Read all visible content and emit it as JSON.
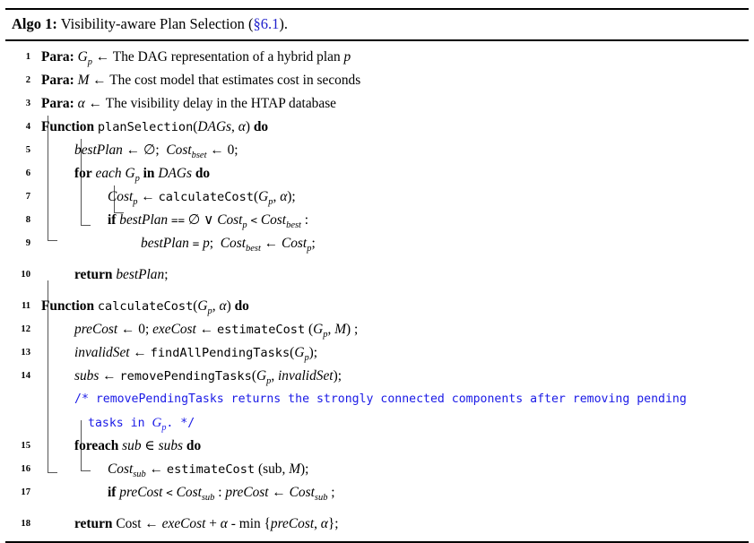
{
  "caption": {
    "label": "Algo 1:",
    "title": "Visibility-aware Plan Selection (",
    "section_ref": "§6.1",
    "title_end": ").",
    "link_color": "#2222cc"
  },
  "comment_color": "#1a1ae6",
  "lines": [
    {
      "no": "1",
      "indent": 0,
      "text": "Para: G_p ← The DAG representation of a hybrid plan p",
      "parts": {
        "kw": "Para:",
        "symbol": "G",
        "symbol_sub": "p",
        "arrow": "←",
        "desc": "The DAG representation of a hybrid plan",
        "tail_var": "p"
      }
    },
    {
      "no": "2",
      "indent": 0,
      "text": "Para: M ← The cost model that estimates cost in seconds",
      "parts": {
        "kw": "Para:",
        "symbol": "M",
        "arrow": "←",
        "desc": "The cost model that estimates cost in seconds"
      }
    },
    {
      "no": "3",
      "indent": 0,
      "text": "Para: α ← The visibility delay in the HTAP database",
      "parts": {
        "kw": "Para:",
        "symbol": "α",
        "arrow": "←",
        "desc": "The visibility delay in the HTAP database"
      }
    },
    {
      "no": "4",
      "indent": 0,
      "text": "Function planSelection(DAGs, α) do",
      "parts": {
        "kw": "Function",
        "fn": "planSelection",
        "args": "DAGs, α",
        "kw_end": "do"
      }
    },
    {
      "no": "5",
      "indent": 1,
      "text": "bestPlan ← ∅;  Cost_bset ← 0;"
    },
    {
      "no": "6",
      "indent": 1,
      "text": "for each G_p in DAGs do"
    },
    {
      "no": "7",
      "indent": 2,
      "text": "Cost_p ← calculateCost(G_p, α);"
    },
    {
      "no": "8",
      "indent": 2,
      "text": "if bestPlan == ∅ ∨ Cost_p < Cost_best :"
    },
    {
      "no": "9",
      "indent": 3,
      "text": "bestPlan = p;  Cost_best ← Cost_p;"
    },
    {
      "no": "10",
      "indent": 1,
      "text": "return bestPlan;"
    },
    {
      "no": "11",
      "indent": 0,
      "text": "Function calculateCost(G_p, α) do"
    },
    {
      "no": "12",
      "indent": 1,
      "text": "preCost ← 0; exeCost ← estimateCost (G_p, M) ;"
    },
    {
      "no": "13",
      "indent": 1,
      "text": "invalidSet ← findAllPendingTasks(G_p);"
    },
    {
      "no": "14",
      "indent": 1,
      "text": "subs ← removePendingTasks(G_p, invalidSet);"
    },
    {
      "no": "",
      "indent": 1,
      "is_comment": true,
      "comment_line1": "/* removePendingTasks returns the strongly connected components after removing pending",
      "comment_line2_a": "tasks in ",
      "comment_line2_var": "G",
      "comment_line2_sub": "p",
      "comment_line2_b": ". */"
    },
    {
      "no": "15",
      "indent": 1,
      "text": "foreach sub ∈ subs do"
    },
    {
      "no": "16",
      "indent": 2,
      "text": "Cost_sub ← estimateCost (sub, M);"
    },
    {
      "no": "17",
      "indent": 2,
      "text": "if preCost < Cost_sub : preCost ← Cost_sub ;"
    },
    {
      "no": "18",
      "indent": 1,
      "text": "return Cost ← exeCost + α - min {preCost, α};"
    }
  ]
}
